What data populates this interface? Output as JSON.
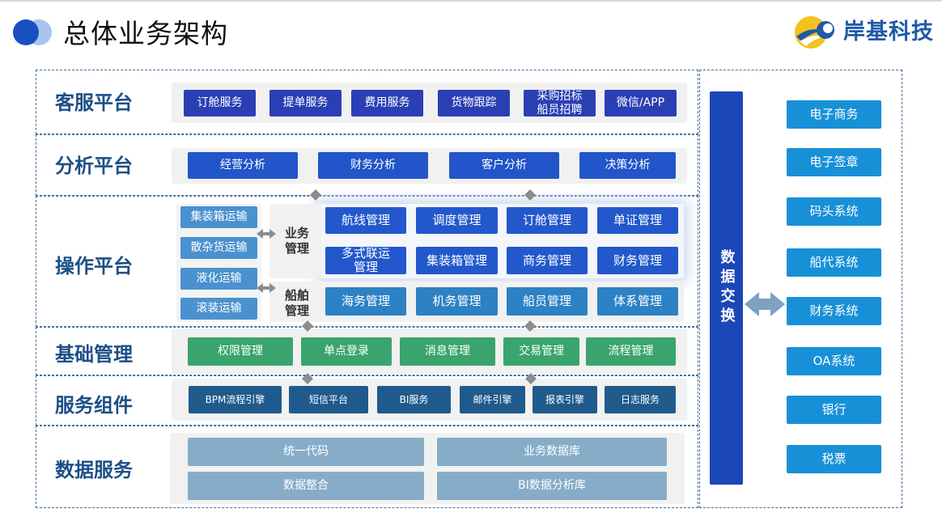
{
  "header": {
    "title": "总体业务架构",
    "brand_name": "岸基科技"
  },
  "sections": {
    "service": {
      "label": "客服平台",
      "items": [
        "订舱服务",
        "提单服务",
        "费用服务",
        "货物跟踪",
        "采购招标\n船员招聘",
        "微信/APP"
      ]
    },
    "analysis": {
      "label": "分析平台",
      "items": [
        "经营分析",
        "财务分析",
        "客户分析",
        "决策分析"
      ]
    },
    "operation": {
      "label": "操作平台",
      "transport": [
        "集装箱运输",
        "散杂货运输",
        "液化运输",
        "滚装运输"
      ],
      "business_label": "业务\n管理",
      "business": [
        "航线管理",
        "调度管理",
        "订舱管理",
        "单证管理",
        "多式联运\n管理",
        "集装箱管理",
        "商务管理",
        "财务管理"
      ],
      "ship_label": "船舶\n管理",
      "ship": [
        "海务管理",
        "机务管理",
        "船员管理",
        "体系管理"
      ]
    },
    "basic": {
      "label": "基础管理",
      "items": [
        "权限管理",
        "单点登录",
        "消息管理",
        "交易管理",
        "流程管理"
      ]
    },
    "components": {
      "label": "服务组件",
      "items": [
        "BPM流程引擎",
        "短信平台",
        "BI服务",
        "邮件引擎",
        "报表引擎",
        "日志服务"
      ]
    },
    "data": {
      "label": "数据服务",
      "items": [
        "统一代码",
        "业务数据库",
        "数据整合",
        "BI数据分析库"
      ]
    }
  },
  "exchange": {
    "label": "数据交换"
  },
  "systems": [
    "电子商务",
    "电子签章",
    "码头系统",
    "船代系统",
    "财务系统",
    "OA系统",
    "银行",
    "税票"
  ]
}
